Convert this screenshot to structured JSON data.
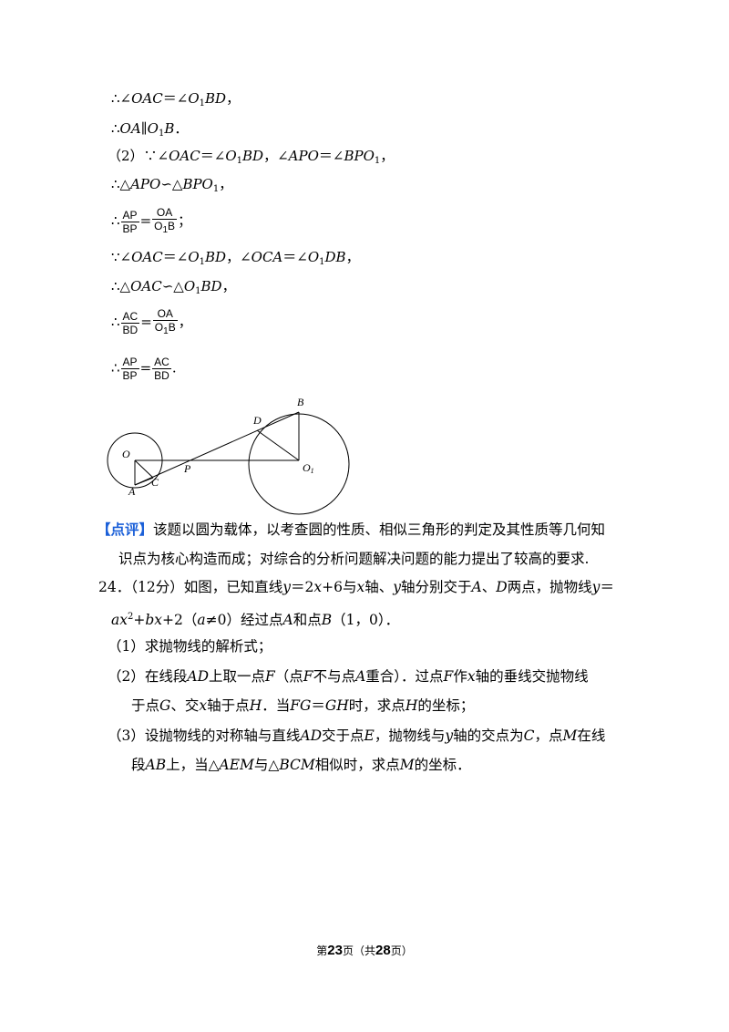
{
  "proof": {
    "l1": {
      "therefore": "∴",
      "a1": "∠",
      "t1": "OAC",
      "eq": "＝∠",
      "t2": "O",
      "s1": "1",
      "t3": "BD",
      "end": "，"
    },
    "l2": {
      "therefore": "∴",
      "t1": "OA",
      "par": "∥",
      "t2": "O",
      "s1": "1",
      "t3": "B",
      "end": "．"
    },
    "l3": {
      "prefix": "（2）∵∠",
      "t1": "OAC",
      "eq": "＝∠",
      "t2": "O",
      "s1": "1",
      "t3": "BD",
      "mid": "，∠",
      "t4": "APO",
      "eq2": "＝∠",
      "t5": "BPO",
      "s2": "1",
      "end": "，"
    },
    "l4": {
      "therefore": "∴△",
      "t1": "APO",
      "sim": "∽△",
      "t2": "BPO",
      "s1": "1",
      "end": "，"
    },
    "l5": {
      "therefore": "∴",
      "num1": "AP",
      "den1": "BP",
      "eq": "=",
      "num2": "OA",
      "den2": "O",
      "den2sub": "1",
      "den2b": "B",
      "end": "；"
    },
    "l6": {
      "prefix": "∵∠",
      "t1": "OAC",
      "eq": "＝∠",
      "t2": "O",
      "s1": "1",
      "t3": "BD",
      "mid": "，∠",
      "t4": "OCA",
      "eq2": "＝∠",
      "t5": "O",
      "s2": "1",
      "t6": "DB",
      "end": "，"
    },
    "l7": {
      "therefore": "∴△",
      "t1": "OAC",
      "sim": "∽△",
      "t2": "O",
      "s1": "1",
      "t3": "BD",
      "end": "，"
    },
    "l8": {
      "therefore": "∴",
      "num1": "AC",
      "den1": "BD",
      "eq": "=",
      "num2": "OA",
      "den2": "O",
      "den2sub": "1",
      "den2b": "B",
      "end": "，"
    },
    "l9": {
      "therefore": "∴",
      "num1": "AP",
      "den1": "BP",
      "eq": "=",
      "num2": "AC",
      "den2": "BD",
      "end": "."
    }
  },
  "figure": {
    "labels": {
      "O": "O",
      "A": "A",
      "C": "C",
      "P": "P",
      "D": "D",
      "B": "B",
      "O1": "O",
      "O1sub": "1"
    }
  },
  "comment": {
    "tag": "【点评】",
    "line1": "该题以圆为载体，以考查圆的性质、相似三角形的判定及其性质等几何知",
    "line2": "识点为核心构造而成；对综合的分析问题解决问题的能力提出了较高的要求."
  },
  "q24": {
    "l1a": "24．（12分）如图，已知直线",
    "y": "y",
    "l1b": "＝2",
    "x": "x",
    "l1c": "+6与",
    "l1d": "轴、",
    "l1e": "轴分别交于",
    "A": "A",
    "l1f": "、",
    "D": "D",
    "l1g": "两点，抛物线",
    "l1h": "＝",
    "l2_ax": "ax",
    "l2_sup": "2",
    "l2b": "+",
    "l2_bx": "bx",
    "l2c": "+2（",
    "l2_a": "a",
    "l2d": "≠0）经过点",
    "l2e": "和点",
    "B": "B",
    "l2f": "（1，0）．",
    "p1": "（1）求抛物线的解析式；",
    "p2a": "（2）在线段",
    "AD": "AD",
    "p2b": "上取一点",
    "F": "F",
    "p2c": "（点",
    "p2d": "不与点",
    "p2e": "重合）．过点",
    "p2f": "作",
    "p2g": "轴的垂线交抛物线",
    "p3a": "于点",
    "G": "G",
    "p3b": "、交",
    "p3c": "轴于点",
    "H": "H",
    "p3d": "．当",
    "FG": "FG",
    "p3e": "＝",
    "GH": "GH",
    "p3f": "时，求点",
    "p3g": "的坐标；",
    "p4a": "（3）设抛物线的对称轴与直线",
    "p4b": "交于点",
    "E": "E",
    "p4c": "，抛物线与",
    "p4d": "轴的交点为",
    "C": "C",
    "p4e": "，点",
    "M": "M",
    "p4f": "在线",
    "p5a": "段",
    "AB": "AB",
    "p5b": "上，当△",
    "AEM": "AEM",
    "p5c": "与△",
    "BCM": "BCM",
    "p5d": "相似时，求点",
    "p5e": "的坐标．"
  },
  "footer": {
    "pre": "第",
    "page": "23",
    "mid": "页（共",
    "total": "28",
    "post": "页）"
  }
}
